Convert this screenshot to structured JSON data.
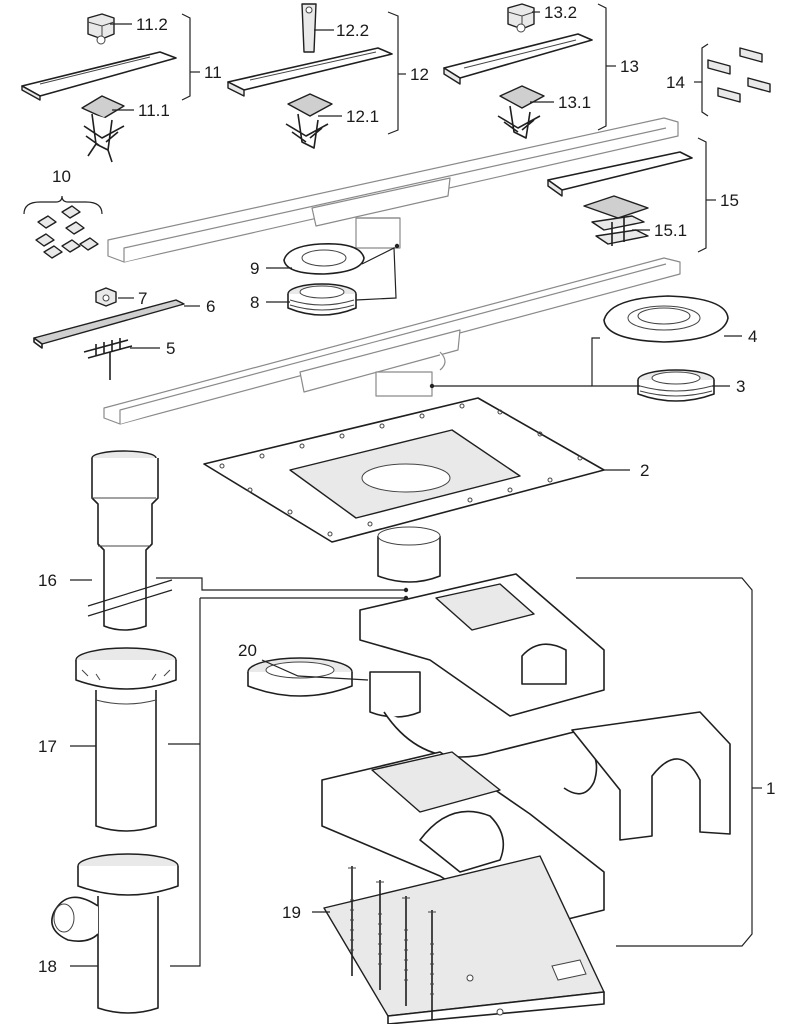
{
  "diagram": {
    "callouts": {
      "c1": "1",
      "c2": "2",
      "c3": "3",
      "c4": "4",
      "c5": "5",
      "c6": "6",
      "c7": "7",
      "c8": "8",
      "c9": "9",
      "c10": "10",
      "c11": "11",
      "c11_1": "11.1",
      "c11_2": "11.2",
      "c12": "12",
      "c12_1": "12.1",
      "c12_2": "12.2",
      "c13": "13",
      "c13_1": "13.1",
      "c13_2": "13.2",
      "c14": "14",
      "c15": "15",
      "c15_1": "15.1",
      "c16": "16",
      "c17": "17",
      "c18": "18",
      "c19": "19",
      "c20": "20"
    }
  }
}
